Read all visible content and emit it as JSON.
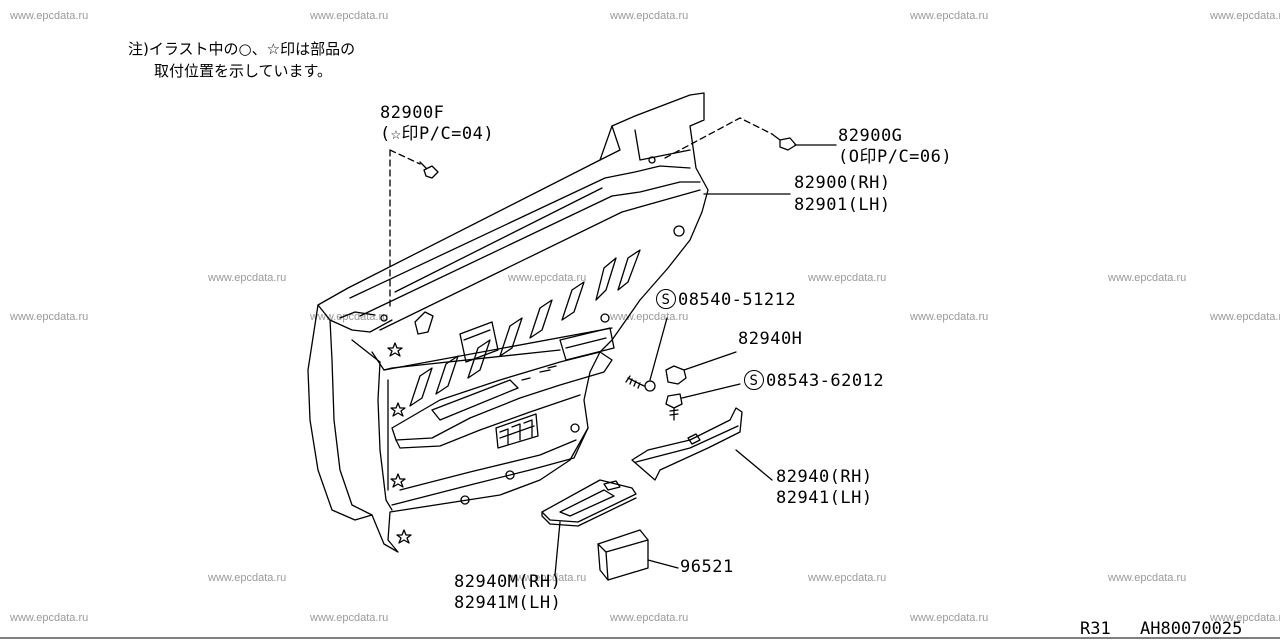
{
  "watermark": "www.epcdata.ru",
  "note": {
    "line1": "注)イラスト中の○、☆印は部品の",
    "line2": "取付位置を示しています。"
  },
  "labels": {
    "clip_f_part": "82900F",
    "clip_f_code": "(☆印P/C=04)",
    "clip_g_part": "82900G",
    "clip_g_code": "(O印P/C=06)",
    "trim_rh": "82900(RH)",
    "trim_lh": "82901(LH)",
    "screw1_symbol": "S",
    "screw1": "08540-51212",
    "cap": "82940H",
    "screw2_symbol": "S",
    "screw2": "08543-62012",
    "armrest_rh": "82940(RH)",
    "armrest_lh": "82941(LH)",
    "switch_rh": "82940M(RH)",
    "switch_lh": "82941M(LH)",
    "ashtray": "96521"
  },
  "footer": {
    "model": "R31",
    "code": "AH80070025"
  }
}
